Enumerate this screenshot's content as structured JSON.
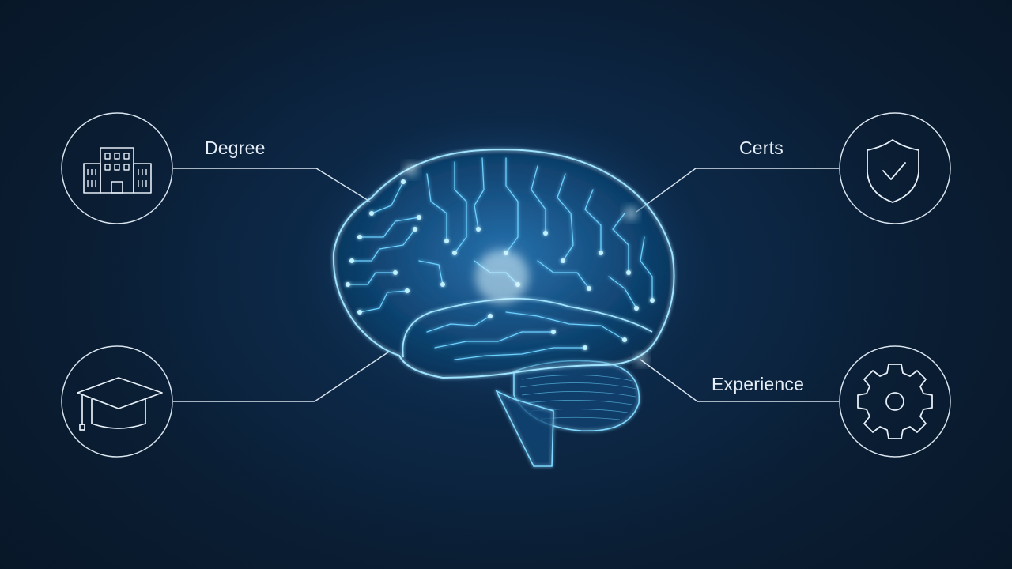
{
  "diagram": {
    "nodes": [
      {
        "id": "degree",
        "label": "Degree",
        "icon": "building-icon"
      },
      {
        "id": "certs",
        "label": "Certs",
        "icon": "shield-check-icon"
      },
      {
        "id": "education",
        "label": "",
        "icon": "graduation-cap-icon"
      },
      {
        "id": "experience",
        "label": "Experience",
        "icon": "gear-icon"
      }
    ],
    "center": {
      "icon": "circuit-brain-icon"
    }
  },
  "colors": {
    "background": "#0a1a2e",
    "accent": "#4fc3f7",
    "glow": "#7fd8ff",
    "line": "#d9e4ee",
    "text": "#e6eef7"
  }
}
